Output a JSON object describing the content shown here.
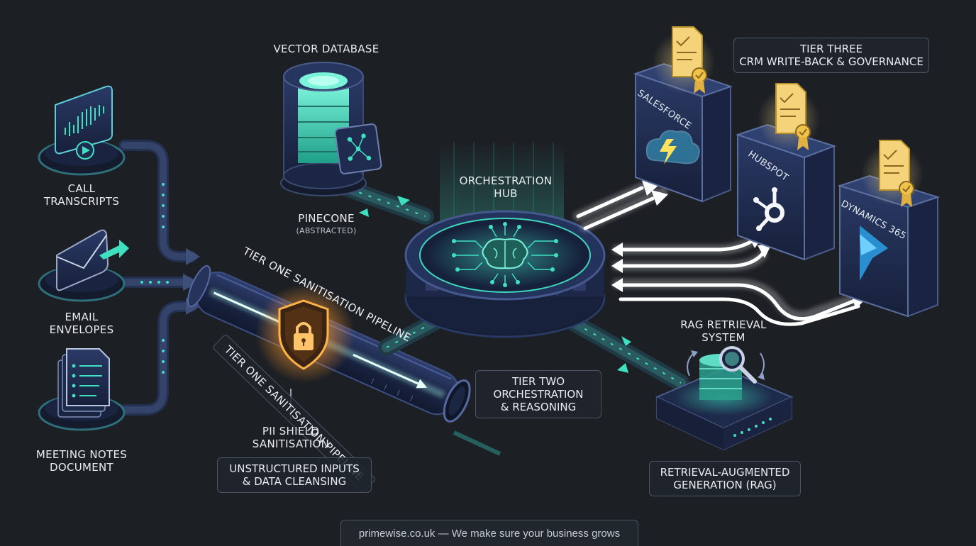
{
  "inputs": {
    "call": "CALL\nTRANSCRIPTS",
    "email": "EMAIL\nENVELOPES",
    "notes": "MEETING NOTES\nDOCUMENT"
  },
  "tier_one": {
    "pipeline_label_top": "TIER ONE SANITISATION PIPELINE",
    "pipeline_label_bottom": "TIER ONE SANITISATION PIPELINE",
    "pii": "PII SHIELD\nSANITISATION",
    "box": "UNSTRUCTURED INPUTS\n& DATA CLEANSING"
  },
  "vector_db": {
    "title": "VECTOR DATABASE",
    "name": "PINECONE",
    "note": "(ABSTRACTED)"
  },
  "hub": {
    "title": "ORCHESTRATION\nHUB",
    "box": "TIER TWO\nORCHESTRATION\n& REASONING"
  },
  "rag": {
    "title": "RAG RETRIEVAL\nSYSTEM",
    "box": "RETRIEVAL-AUGMENTED\nGENERATION (RAG)"
  },
  "tier_three": {
    "box": "TIER THREE\nCRM WRITE-BACK & GOVERNANCE",
    "crms": [
      "SALESFORCE",
      "HUBSPOT",
      "DYNAMICS 365"
    ]
  },
  "footer": "primewise.co.uk — We make sure your business grows",
  "colors": {
    "background": "#1c1f24",
    "teal": "#3fe0c0",
    "navy": "#1e2a4a",
    "gold": "#f0c24a",
    "orange": "#ff9a2e"
  }
}
